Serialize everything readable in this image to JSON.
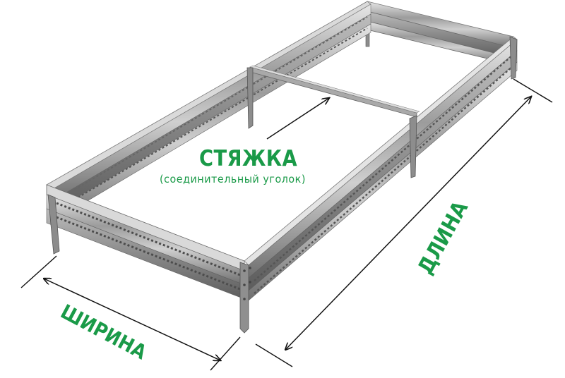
{
  "diagram": {
    "subject": "metal raised garden bed frame",
    "colors": {
      "accent_green": "#1a9a48",
      "metal_dark": "#6b6b6b",
      "metal_mid": "#9a9a9a",
      "metal_light": "#d2d2d2",
      "dimension_line": "#111111",
      "background": "#ffffff"
    },
    "labels": {
      "brace_title": "СТЯЖКА",
      "brace_subtitle": "(соединительный уголок)",
      "width": "ШИРИНА",
      "length": "ДЛИНА"
    },
    "icons": {
      "brace_pointer": "arrow-pointer-icon",
      "width_dimension": "double-arrow-icon",
      "length_dimension": "double-arrow-icon"
    }
  }
}
